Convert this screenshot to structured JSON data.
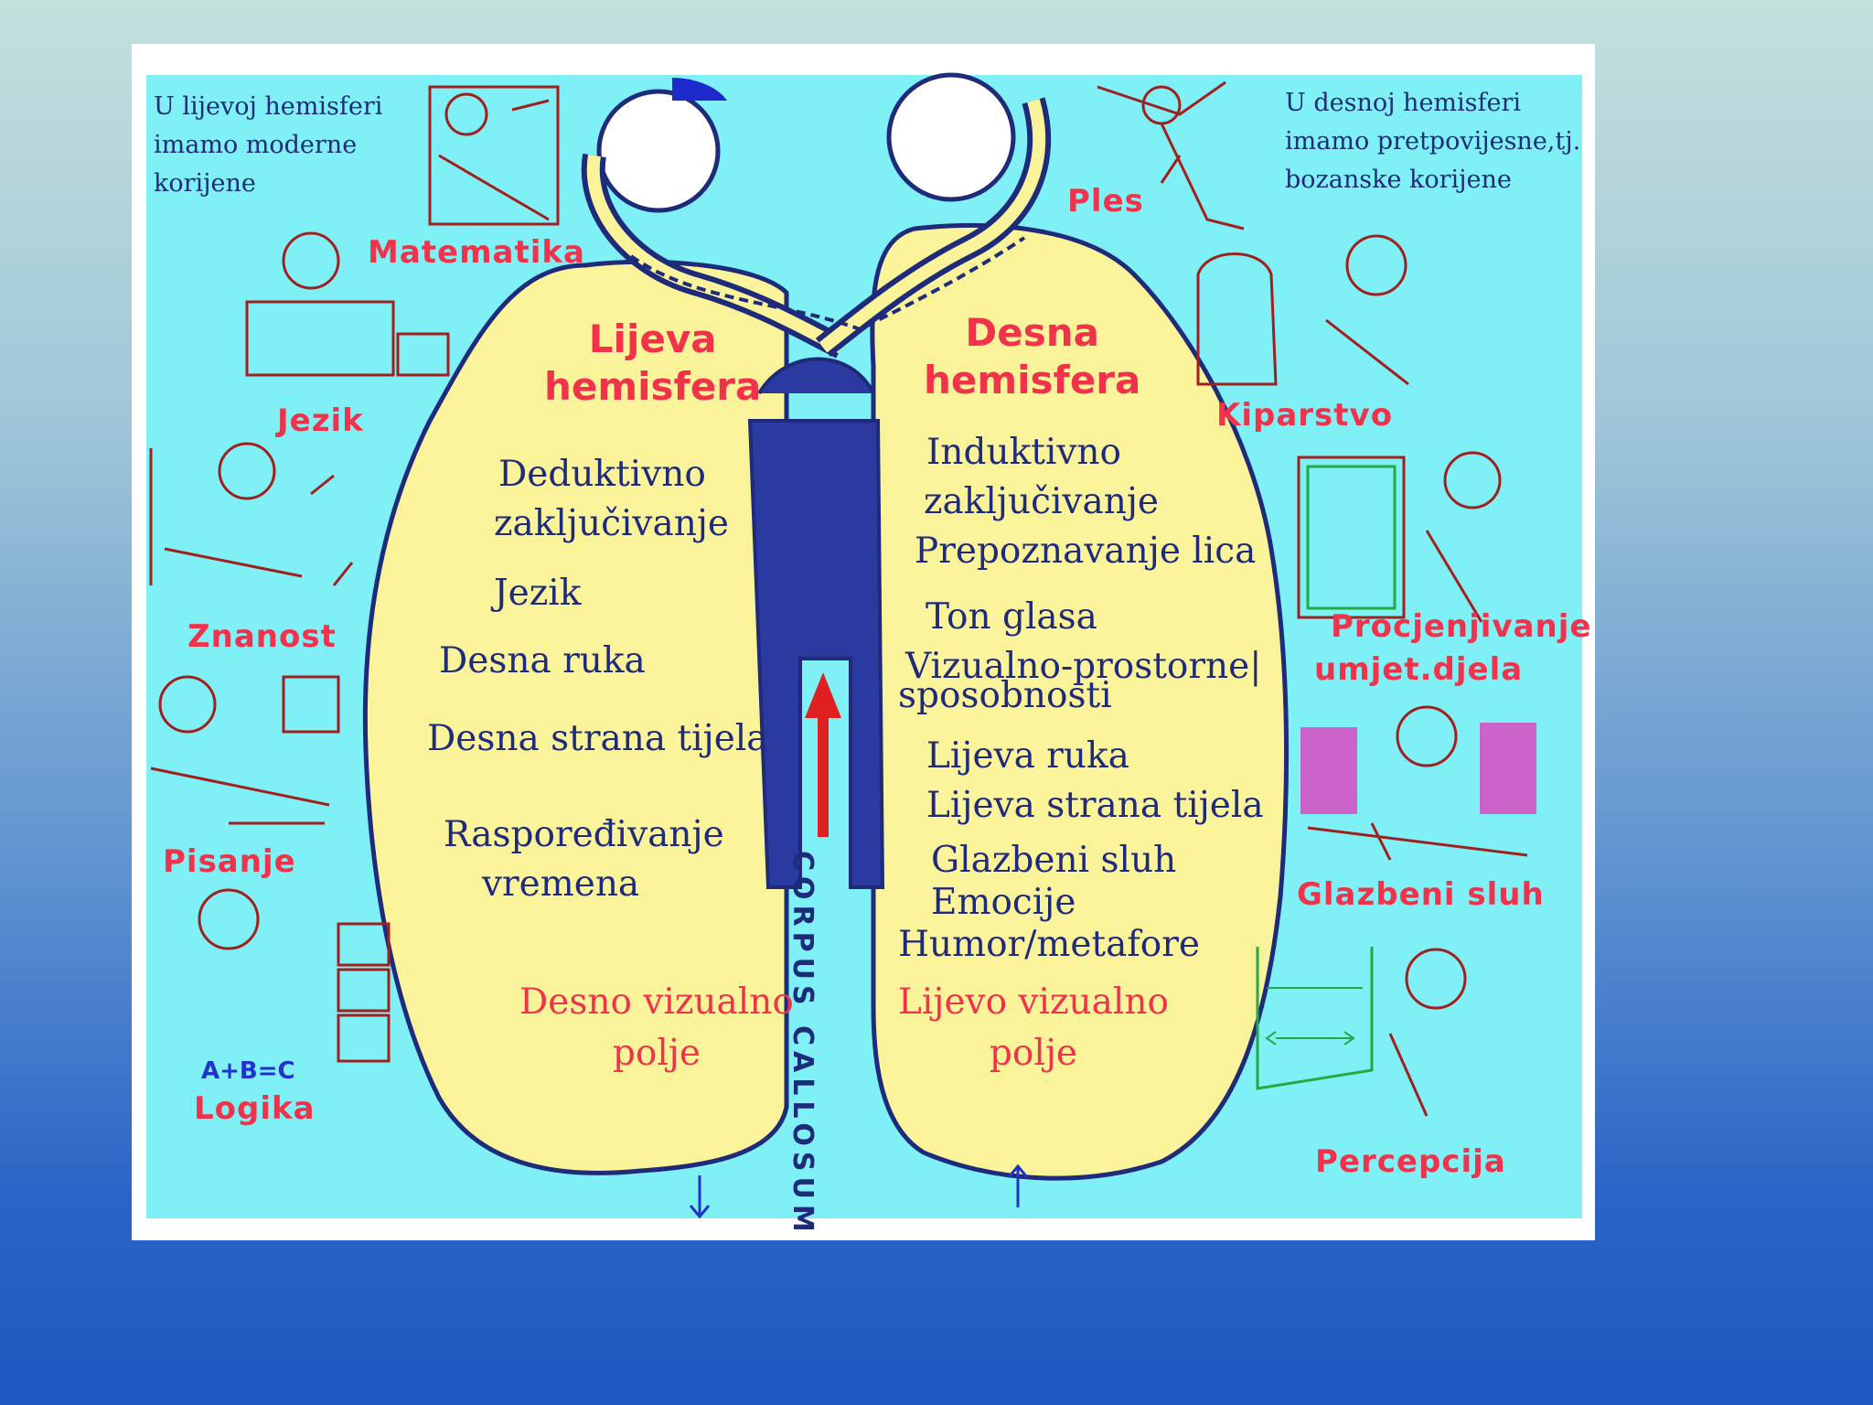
{
  "notes": {
    "left": [
      "U lijevoj hemisferi",
      "imamo moderne",
      "korijene"
    ],
    "right": [
      "U desnoj hemisferi",
      "imamo pretpovijesne,tj.",
      "bozanske korijene"
    ]
  },
  "hemispheres": {
    "left_title": [
      "Lijeva",
      "hemisfera"
    ],
    "right_title": [
      "Desna",
      "hemisfera"
    ]
  },
  "left_functions": [
    "Deduktivno",
    "zaključivanje",
    "Jezik",
    "Desna ruka",
    "Desna strana tijela",
    "Raspoređivanje",
    "vremena"
  ],
  "left_visual": [
    "Desno vizualno",
    "polje"
  ],
  "right_functions": [
    "Induktivno",
    "zaključivanje",
    "Prepoznavanje lica",
    "Ton glasa",
    "Vizualno-prostorne|",
    "sposobnosti",
    "Lijeva ruka",
    "Lijeva strana tijela",
    "Glazbeni sluh",
    "Emocije",
    "Humor/metafore"
  ],
  "right_visual": [
    "Lijevo vizualno",
    "polje"
  ],
  "corpus_label": "CORPUS CALLOSUM",
  "left_side_labels": [
    "Matematika",
    "Jezik",
    "Znanost",
    "Pisanje",
    "Logika"
  ],
  "formula": "A+B=C",
  "right_side_labels": [
    "Ples",
    "Kiparstvo",
    "Procjenjivanje",
    "umjet.djela",
    "Glazbeni sluh",
    "Percepcija"
  ],
  "colors": {
    "panel": "#7ff0f6",
    "hemisphere_fill": "#faf39a",
    "outline": "#1e2a7a",
    "label_red": "#f0334a",
    "sketch": "#a02020"
  }
}
